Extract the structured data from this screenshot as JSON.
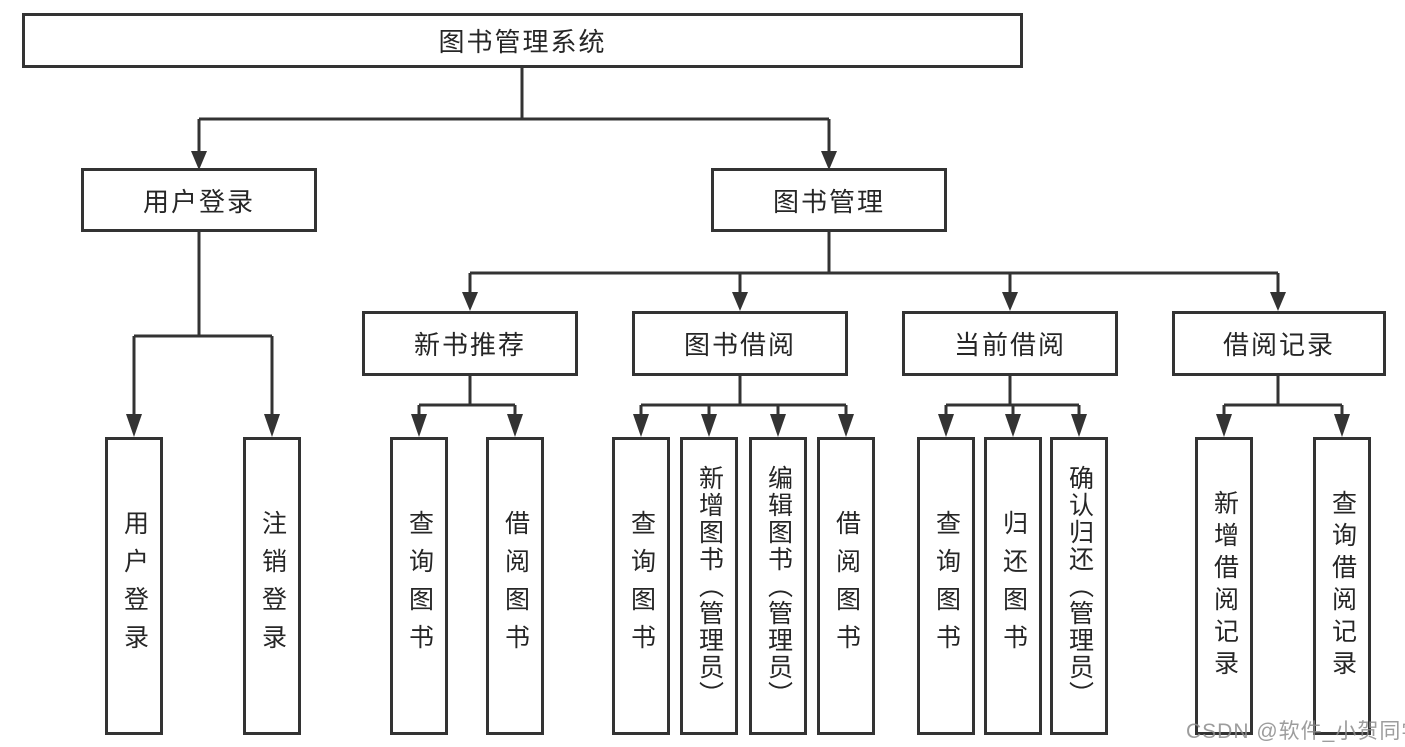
{
  "tree": {
    "root": {
      "label": "图书管理系统",
      "children": [
        {
          "label": "用户登录",
          "children": [
            {
              "label": "用户登录"
            },
            {
              "label": "注销登录"
            }
          ]
        },
        {
          "label": "图书管理",
          "children": [
            {
              "label": "新书推荐",
              "children": [
                {
                  "label": "查询图书"
                },
                {
                  "label": "借阅图书"
                }
              ]
            },
            {
              "label": "图书借阅",
              "children": [
                {
                  "label": "查询图书"
                },
                {
                  "label": "新增图书（管理员）"
                },
                {
                  "label": "编辑图书（管理员）"
                },
                {
                  "label": "借阅图书"
                }
              ]
            },
            {
              "label": "当前借阅",
              "children": [
                {
                  "label": "查询图书"
                },
                {
                  "label": "归还图书"
                },
                {
                  "label": "确认归还（管理员）"
                }
              ]
            },
            {
              "label": "借阅记录",
              "children": [
                {
                  "label": "新增借阅记录"
                },
                {
                  "label": "查询借阅记录"
                }
              ]
            }
          ]
        }
      ]
    }
  },
  "watermark": {
    "text": "CSDN @软件_小贺同学"
  },
  "colors": {
    "line": "#333333",
    "box_border": "#333333",
    "text": "#262626",
    "watermark": "#8c8c8c",
    "background": "#ffffff"
  }
}
